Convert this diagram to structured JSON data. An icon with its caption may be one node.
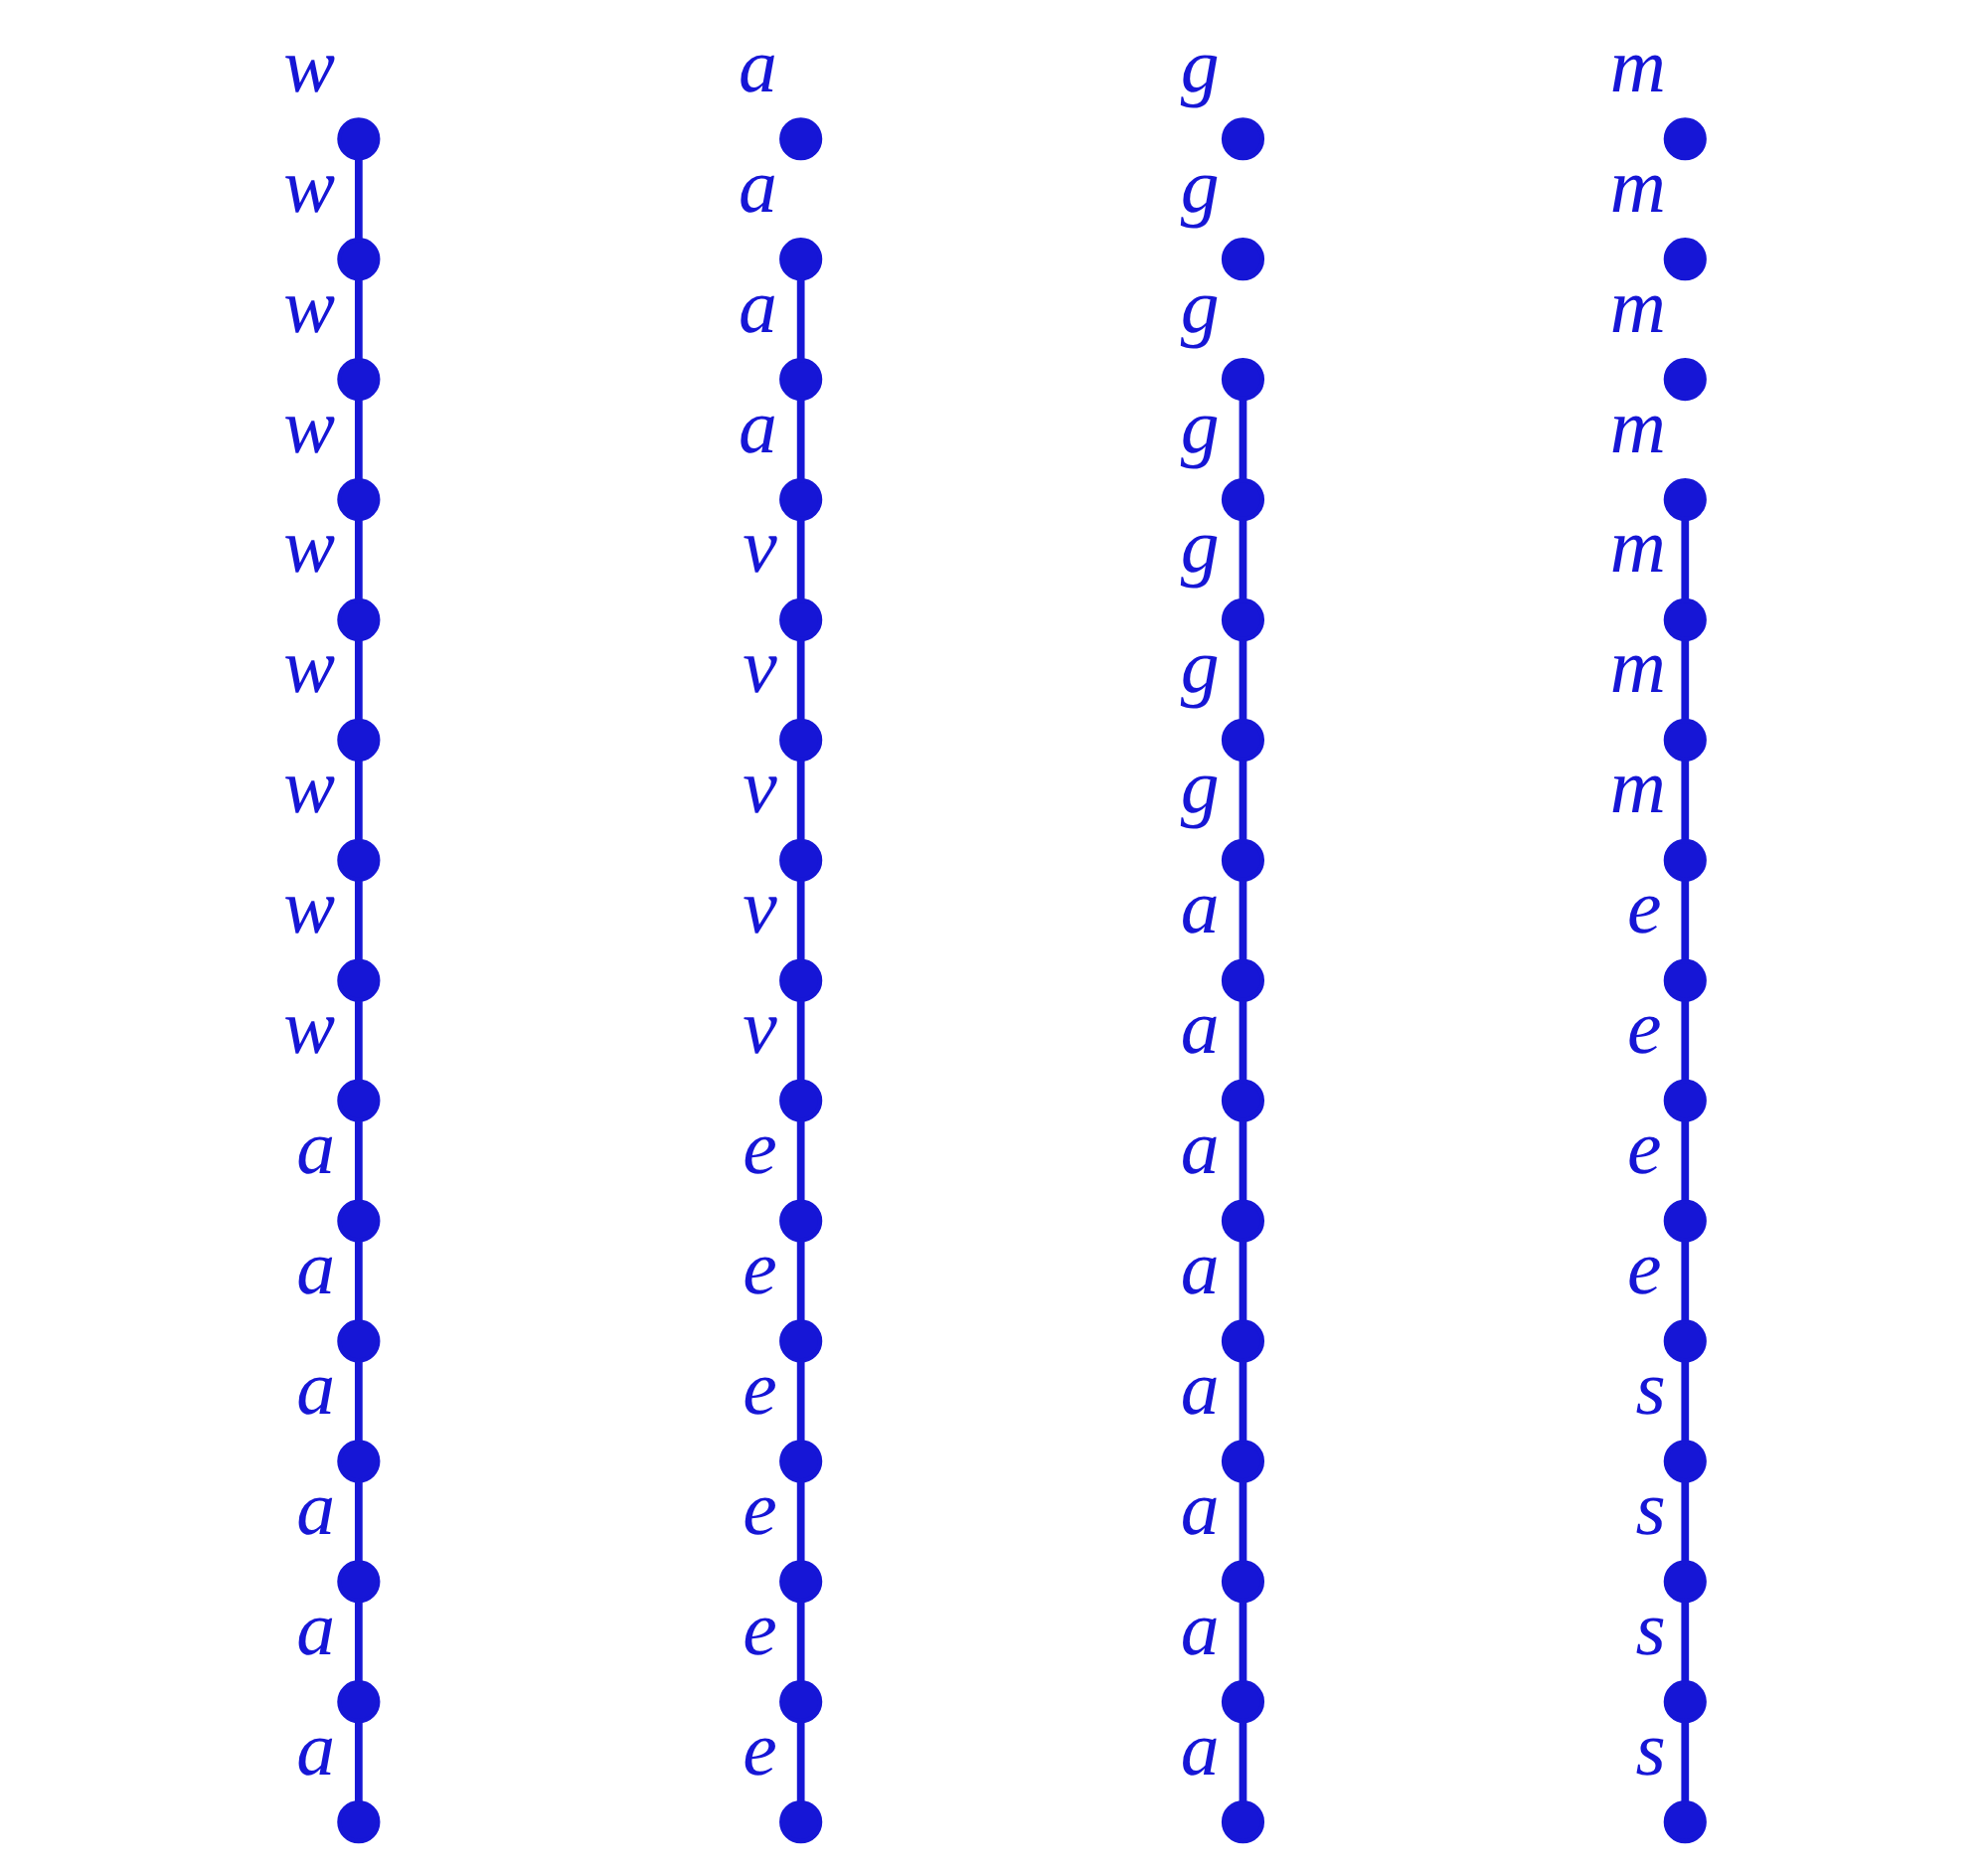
{
  "diagram": {
    "nodes": [
      {
        "text": [],
        "shape": "circle",
        "beside": [
          "w"
        ]
      },
      {
        "text": [],
        "shape": "circle",
        "beside": [
          "w"
        ]
      },
      {
        "text": [],
        "shape": "circle",
        "beside": [
          "w"
        ]
      },
      {
        "text": [],
        "shape": "circle",
        "beside": [
          "w"
        ]
      },
      {
        "text": [],
        "shape": "circle",
        "beside": [
          "w"
        ]
      },
      {
        "text": [],
        "shape": "circle",
        "beside": [
          "w"
        ]
      },
      {
        "text": [],
        "shape": "circle",
        "beside": [
          "w"
        ]
      },
      {
        "text": [],
        "shape": "circle",
        "beside": [
          "w"
        ]
      },
      {
        "text": [],
        "shape": "circle",
        "beside": [
          "w"
        ]
      },
      {
        "text": [],
        "shape": "circle",
        "beside": [
          "a"
        ]
      },
      {
        "text": [],
        "shape": "circle",
        "beside": [
          "a"
        ]
      },
      {
        "text": [],
        "shape": "circle",
        "beside": [
          "a"
        ]
      },
      {
        "text": [],
        "shape": "circle",
        "beside": [
          "a"
        ]
      },
      {
        "text": [],
        "shape": "circle",
        "beside": [
          "a"
        ]
      },
      {
        "text": [],
        "shape": "circle",
        "beside": [
          "a"
        ]
      },
      {
        "text": [],
        "shape": "circle",
        "beside": [
          "a"
        ]
      },
      {
        "text": [],
        "shape": "circle",
        "beside": [
          "a"
        ]
      },
      {
        "text": [],
        "shape": "circle",
        "beside": [
          "a"
        ]
      },
      {
        "text": [],
        "shape": "circle",
        "beside": [
          "a"
        ]
      },
      {
        "text": [],
        "shape": "circle",
        "beside": [
          "v"
        ]
      },
      {
        "text": [],
        "shape": "circle",
        "beside": [
          "v"
        ]
      },
      {
        "text": [],
        "shape": "circle",
        "beside": [
          "v"
        ]
      },
      {
        "text": [],
        "shape": "circle",
        "beside": [
          "v"
        ]
      },
      {
        "text": [],
        "shape": "circle",
        "beside": [
          "v"
        ]
      },
      {
        "text": [],
        "shape": "circle",
        "beside": [
          "e"
        ]
      },
      {
        "text": [],
        "shape": "circle",
        "beside": [
          "e"
        ]
      },
      {
        "text": [],
        "shape": "circle",
        "beside": [
          "e"
        ]
      },
      {
        "text": [],
        "shape": "circle",
        "beside": [
          "e"
        ]
      },
      {
        "text": [],
        "shape": "circle",
        "beside": [
          "e"
        ]
      },
      {
        "text": [],
        "shape": "circle",
        "beside": [
          "e"
        ]
      },
      {
        "text": [],
        "shape": "circle",
        "beside": [
          "g"
        ]
      },
      {
        "text": [],
        "shape": "circle",
        "beside": [
          "g"
        ]
      },
      {
        "text": [],
        "shape": "circle",
        "beside": [
          "g"
        ]
      },
      {
        "text": [],
        "shape": "circle",
        "beside": [
          "g"
        ]
      },
      {
        "text": [],
        "shape": "circle",
        "beside": [
          "g"
        ]
      },
      {
        "text": [],
        "shape": "circle",
        "beside": [
          "g"
        ]
      },
      {
        "text": [],
        "shape": "circle",
        "beside": [
          "g"
        ]
      },
      {
        "text": [],
        "shape": "circle",
        "beside": [
          "a"
        ]
      },
      {
        "text": [],
        "shape": "circle",
        "beside": [
          "a"
        ]
      },
      {
        "text": [],
        "shape": "circle",
        "beside": [
          "a"
        ]
      },
      {
        "text": [],
        "shape": "circle",
        "beside": [
          "a"
        ]
      },
      {
        "text": [],
        "shape": "circle",
        "beside": [
          "a"
        ]
      },
      {
        "text": [],
        "shape": "circle",
        "beside": [
          "a"
        ]
      },
      {
        "text": [],
        "shape": "circle",
        "beside": [
          "a"
        ]
      },
      {
        "text": [],
        "shape": "circle",
        "beside": [
          "a"
        ]
      },
      {
        "text": [],
        "shape": "circle",
        "beside": [
          "m"
        ]
      },
      {
        "text": [],
        "shape": "circle",
        "beside": [
          "m"
        ]
      },
      {
        "text": [],
        "shape": "circle",
        "beside": [
          "m"
        ]
      },
      {
        "text": [],
        "shape": "circle",
        "beside": [
          "m"
        ]
      },
      {
        "text": [],
        "shape": "circle",
        "beside": [
          "m"
        ]
      },
      {
        "text": [],
        "shape": "circle",
        "beside": [
          "m"
        ]
      },
      {
        "text": [],
        "shape": "circle",
        "beside": [
          "m"
        ]
      },
      {
        "text": [],
        "shape": "circle",
        "beside": [
          "e"
        ]
      },
      {
        "text": [],
        "shape": "circle",
        "beside": [
          "e"
        ]
      },
      {
        "text": [],
        "shape": "circle",
        "beside": [
          "e"
        ]
      },
      {
        "text": [],
        "shape": "circle",
        "beside": [
          "e"
        ]
      },
      {
        "text": [],
        "shape": "circle",
        "beside": [
          "s"
        ]
      },
      {
        "text": [],
        "shape": "circle",
        "beside": [
          "s"
        ]
      },
      {
        "text": [],
        "shape": "circle",
        "beside": [
          "s"
        ]
      },
      {
        "text": [],
        "shape": "circle",
        "beside": [
          "s"
        ]
      }
    ],
    "edges": [
      {
        "from": 0,
        "to": 1,
        "arrow": "none"
      },
      {
        "from": 1,
        "to": 2,
        "arrow": "none"
      },
      {
        "from": 2,
        "to": 3,
        "arrow": "none"
      },
      {
        "from": 3,
        "to": 4,
        "arrow": "none"
      },
      {
        "from": 4,
        "to": 5,
        "arrow": "none"
      },
      {
        "from": 5,
        "to": 6,
        "arrow": "none"
      },
      {
        "from": 6,
        "to": 7,
        "arrow": "none"
      },
      {
        "from": 7,
        "to": 8,
        "arrow": "none"
      },
      {
        "from": 8,
        "to": 9,
        "arrow": "none"
      },
      {
        "from": 9,
        "to": 10,
        "arrow": "none"
      },
      {
        "from": 10,
        "to": 11,
        "arrow": "none"
      },
      {
        "from": 11,
        "to": 12,
        "arrow": "none"
      },
      {
        "from": 12,
        "to": 13,
        "arrow": "none"
      },
      {
        "from": 13,
        "to": 14,
        "arrow": "none"
      },
      {
        "from": 16,
        "to": 17,
        "arrow": "none"
      },
      {
        "from": 17,
        "to": 18,
        "arrow": "none"
      },
      {
        "from": 18,
        "to": 19,
        "arrow": "none"
      },
      {
        "from": 19,
        "to": 20,
        "arrow": "none"
      },
      {
        "from": 20,
        "to": 21,
        "arrow": "none"
      },
      {
        "from": 21,
        "to": 22,
        "arrow": "none"
      },
      {
        "from": 22,
        "to": 23,
        "arrow": "none"
      },
      {
        "from": 23,
        "to": 24,
        "arrow": "none"
      },
      {
        "from": 24,
        "to": 25,
        "arrow": "none"
      },
      {
        "from": 25,
        "to": 26,
        "arrow": "none"
      },
      {
        "from": 26,
        "to": 27,
        "arrow": "none"
      },
      {
        "from": 27,
        "to": 28,
        "arrow": "none"
      },
      {
        "from": 28,
        "to": 29,
        "arrow": "none"
      },
      {
        "from": 32,
        "to": 33,
        "arrow": "none"
      },
      {
        "from": 33,
        "to": 34,
        "arrow": "none"
      },
      {
        "from": 34,
        "to": 35,
        "arrow": "none"
      },
      {
        "from": 35,
        "to": 36,
        "arrow": "none"
      },
      {
        "from": 36,
        "to": 37,
        "arrow": "none"
      },
      {
        "from": 37,
        "to": 38,
        "arrow": "none"
      },
      {
        "from": 38,
        "to": 39,
        "arrow": "none"
      },
      {
        "from": 39,
        "to": 40,
        "arrow": "none"
      },
      {
        "from": 40,
        "to": 41,
        "arrow": "none"
      },
      {
        "from": 41,
        "to": 42,
        "arrow": "none"
      },
      {
        "from": 42,
        "to": 43,
        "arrow": "none"
      },
      {
        "from": 43,
        "to": 44,
        "arrow": "none"
      },
      {
        "from": 48,
        "to": 49,
        "arrow": "none"
      },
      {
        "from": 49,
        "to": 50,
        "arrow": "none"
      },
      {
        "from": 50,
        "to": 51,
        "arrow": "none"
      },
      {
        "from": 51,
        "to": 52,
        "arrow": "none"
      },
      {
        "from": 52,
        "to": 53,
        "arrow": "none"
      },
      {
        "from": 53,
        "to": 54,
        "arrow": "none"
      },
      {
        "from": 54,
        "to": 55,
        "arrow": "none"
      },
      {
        "from": 55,
        "to": 56,
        "arrow": "none"
      },
      {
        "from": 56,
        "to": 57,
        "arrow": "none"
      },
      {
        "from": 57,
        "to": 58,
        "arrow": "none"
      },
      {
        "from": 58,
        "to": 59,
        "arrow": "none"
      }
    ]
  }
}
